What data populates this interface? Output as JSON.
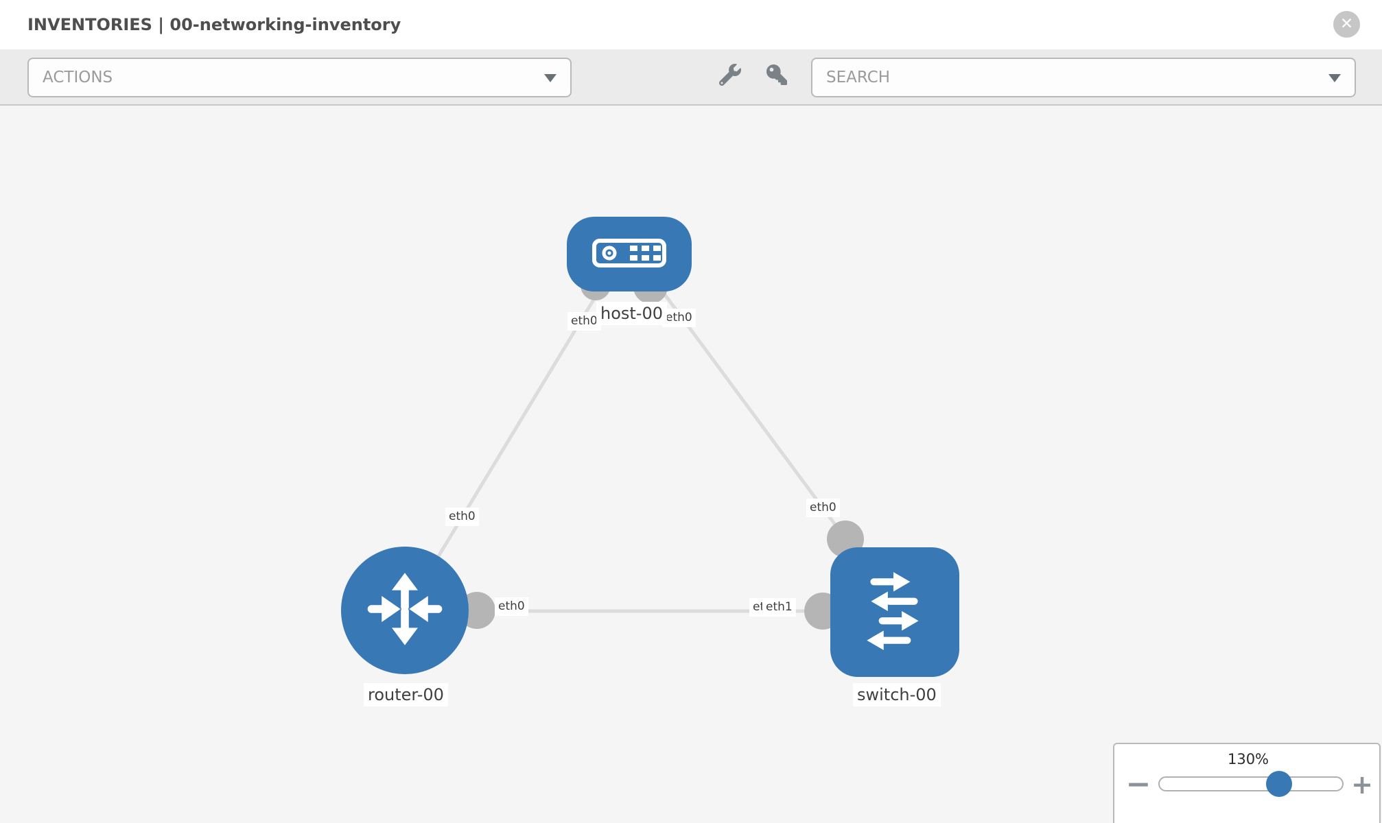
{
  "header": {
    "title": "INVENTORIES | 00-networking-inventory"
  },
  "toolbar": {
    "actions": {
      "label": "ACTIONS"
    },
    "search": {
      "label": "SEARCH"
    }
  },
  "icons": {
    "close": "✕",
    "minus": "−",
    "plus": "+"
  },
  "diagram": {
    "nodes": [
      {
        "name": "host-00",
        "type": "host"
      },
      {
        "name": "router-00",
        "type": "router"
      },
      {
        "name": "switch-00",
        "type": "switch"
      }
    ],
    "links": [
      {
        "from": "host-00",
        "to": "router-00",
        "from_interface": "eth0",
        "to_interface": "eth0"
      },
      {
        "from": "host-00",
        "to": "switch-00",
        "from_interface": "eth0",
        "to_interface": "eth0"
      },
      {
        "from": "router-00",
        "to": "switch-00",
        "from_interface": "eth0",
        "to_interface": "eth1"
      }
    ],
    "switch_left_labels": [
      "eth0",
      "eth1"
    ]
  },
  "zoom": {
    "level": "130%",
    "slider_position_pct": 64
  },
  "colors": {
    "node_blue": "#3879b5",
    "link_gray": "#dcdcdc",
    "connector_gray": "#b5b5b5",
    "canvas_bg": "#f5f5f5",
    "toolbar_bg": "#ebebeb",
    "border_gray": "#b9b9b9",
    "header_text": "#4e4e4e",
    "muted_text": "#9b9b9b",
    "icon_gray": "#7b8287"
  }
}
